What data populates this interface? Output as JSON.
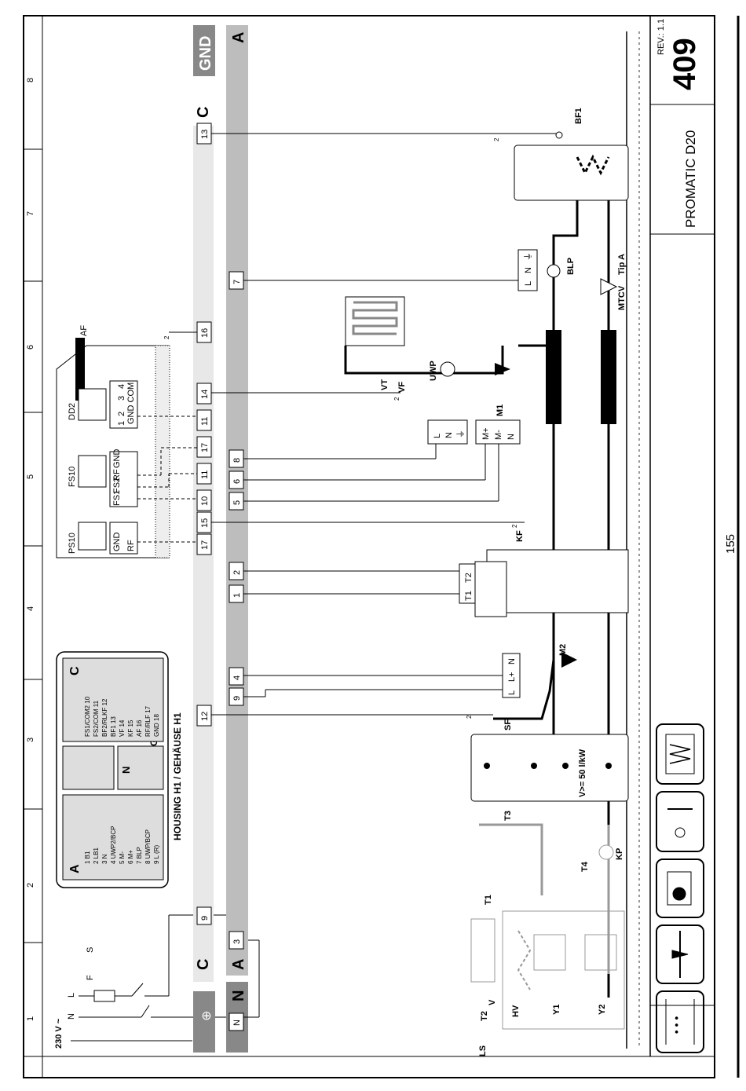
{
  "page_number": "155",
  "title_block": {
    "rev": "REV.: 1.1",
    "sheet": "409",
    "product": "PROMATIC D20"
  },
  "grid_columns": [
    "1",
    "2",
    "3",
    "4",
    "5",
    "6",
    "7",
    "8"
  ],
  "power": {
    "supply": "230 V ~",
    "terminals": [
      "L",
      "N"
    ],
    "fuse": "F",
    "switch": "S"
  },
  "bars": {
    "c_left": "C",
    "c_right": "C",
    "a_left": "A",
    "a_right": "A",
    "n_left": "N",
    "gnd_right": "GND",
    "ground_symbol": "⊕"
  },
  "c_terminals": [
    "9",
    "12",
    "17",
    "15",
    "10",
    "11",
    "17",
    "11",
    "14",
    "16",
    "13"
  ],
  "a_terminals": [
    "3",
    "9",
    "4",
    "1",
    "2",
    "5",
    "6",
    "8",
    "7"
  ],
  "n_terminal": "N",
  "housing": {
    "title": "HOUSING H1 / GEHÄUSE H1",
    "a_label": "A",
    "a_rows": [
      {
        "n": "1",
        "t": "B1"
      },
      {
        "n": "2",
        "t": "LB1"
      },
      {
        "n": "3",
        "t": "N"
      },
      {
        "n": "4",
        "t": "UWP2/BCP"
      },
      {
        "n": "5",
        "t": "M-"
      },
      {
        "n": "6",
        "t": "M+"
      },
      {
        "n": "7",
        "t": "BLP"
      },
      {
        "n": "8",
        "t": "UWP/BCP"
      },
      {
        "n": "9",
        "t": "L (R)"
      }
    ],
    "n_label": "N",
    "gnd_label": "GND",
    "c_label": "C",
    "c_rows": [
      {
        "n": "10",
        "t": "FS1/COM2"
      },
      {
        "n": "11",
        "t": "FS2/COM"
      },
      {
        "n": "12",
        "t": "BF2/RLKF"
      },
      {
        "n": "13",
        "t": "BF1"
      },
      {
        "n": "14",
        "t": "VF"
      },
      {
        "n": "15",
        "t": "KF"
      },
      {
        "n": "16",
        "t": "AF"
      },
      {
        "n": "17",
        "t": "RF/RLF"
      },
      {
        "n": "18",
        "t": "GND"
      }
    ]
  },
  "room_units": {
    "ps10": {
      "name": "PS10",
      "terms": [
        "GND",
        "RF"
      ]
    },
    "fs10": {
      "name": "FS10",
      "terms": [
        "GND",
        "RF",
        "FS2",
        "FS1"
      ]
    },
    "dd2": {
      "name": "DD2",
      "terms": [
        "1",
        "2",
        "3",
        "4"
      ],
      "sub": "GND COM"
    },
    "af": "AF"
  },
  "components": {
    "bf1": "BF1",
    "blp": "BLP",
    "mtcv": "MTCV",
    "tip": "Tip A",
    "uwp": "UWP",
    "vt": "VT",
    "vf": "VF",
    "m1": "M1",
    "m2": "M2",
    "kf": "KF",
    "sf": "SF",
    "t1": "T1",
    "t2": "T2",
    "t3": "T3",
    "t4": "T4",
    "kp": "KP",
    "flow": "V>= 50 l/kW",
    "ls": "LS",
    "hv": "HV",
    "y1": "Y1",
    "y2": "Y2",
    "v": "V",
    "wire_note": "2"
  },
  "junction_boxes": {
    "blp_box": [
      "L",
      "N",
      "⏚"
    ],
    "uwp_box": [
      "L",
      "N",
      "⏚"
    ],
    "m1_box": [
      "M+",
      "M-",
      "N"
    ],
    "t_box": [
      "T1",
      "T2"
    ],
    "m2_box": [
      "L",
      "L+",
      "N"
    ]
  }
}
